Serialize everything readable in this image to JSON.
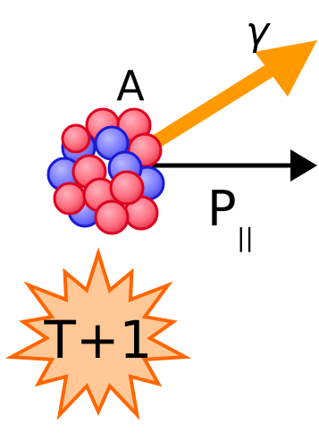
{
  "labels": {
    "nucleus": "A",
    "gamma": "γ",
    "momentum_symbol": "P",
    "momentum_subscript": "||",
    "star_text": "T+1"
  },
  "colors": {
    "proton_fill": "#ff6f80",
    "proton_stroke": "#dd0020",
    "neutron_fill": "#7b7bff",
    "neutron_stroke": "#1a1ad6",
    "gamma_arrow": "#ff9900",
    "star_fill": "#ffc896",
    "star_stroke": "#ff6600",
    "momentum_arrow": "#000000"
  },
  "icons": [
    "nucleus-icon",
    "gamma-arrow-icon",
    "momentum-arrow-icon",
    "burst-star-icon"
  ]
}
